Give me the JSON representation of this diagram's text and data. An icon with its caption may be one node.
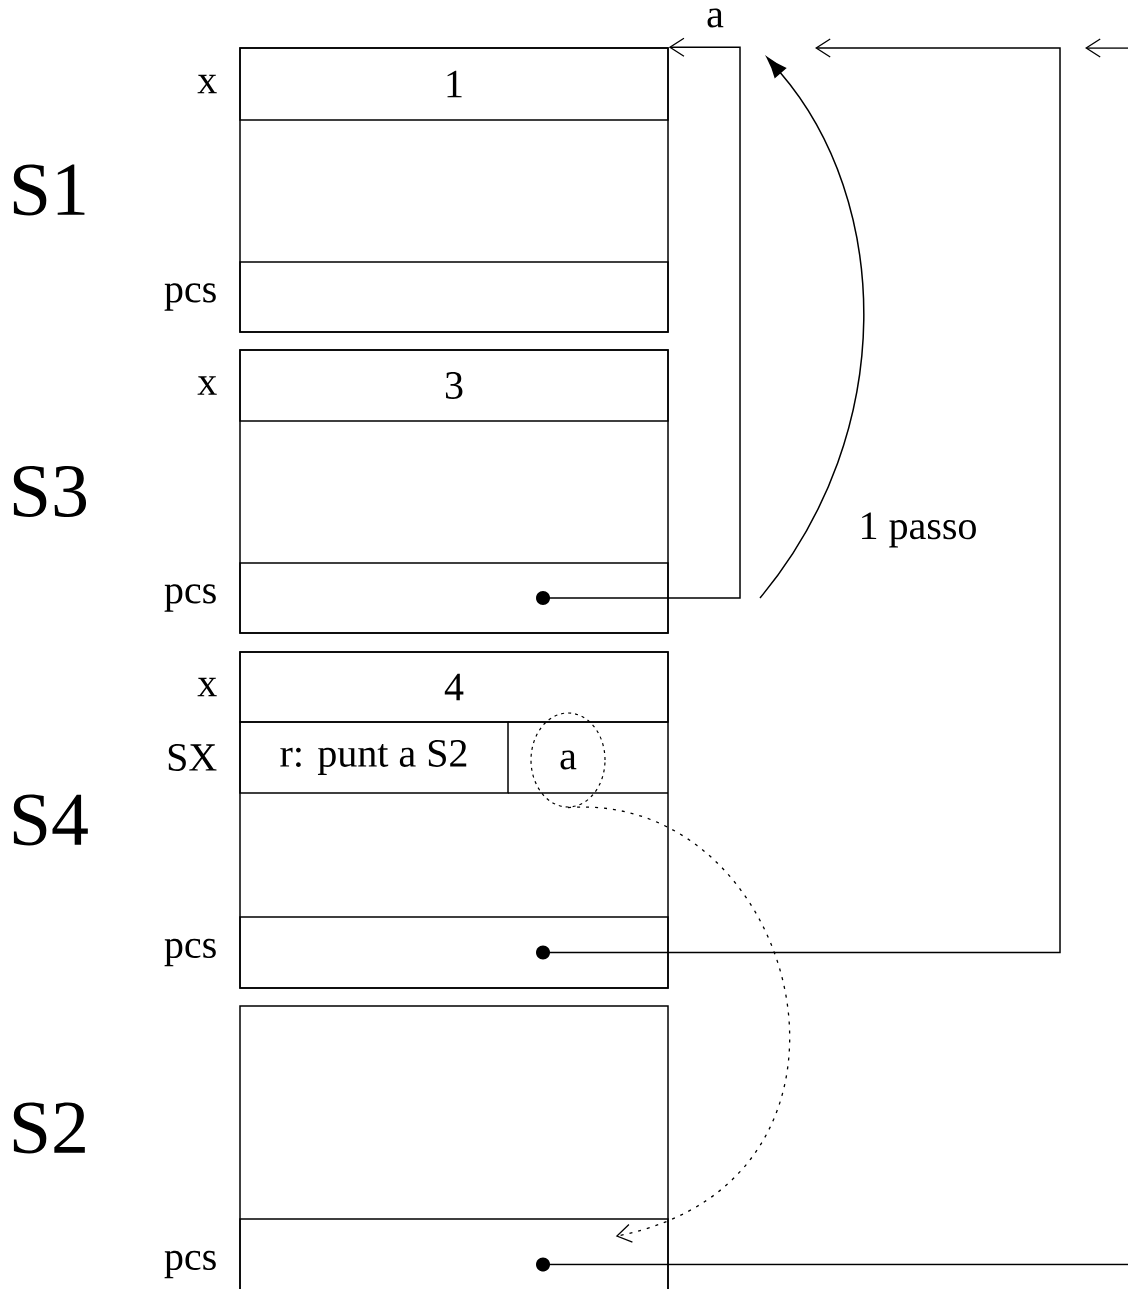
{
  "diagram": {
    "nodes": [
      {
        "text": [],
        "shape": "box",
        "beside": [
          "S1"
        ]
      },
      {
        "text": [
          "1"
        ],
        "beside": [
          "x"
        ],
        "in": 0
      },
      {
        "text": [],
        "shape": "box",
        "beside": [
          "pcs"
        ],
        "in": 0
      },
      {
        "text": [],
        "shape": "box",
        "beside": [
          "S3"
        ]
      },
      {
        "text": [
          "3"
        ],
        "beside": [
          "x"
        ],
        "in": 3
      },
      {
        "text": [],
        "shape": "box",
        "beside": [
          "pcs"
        ],
        "in": 3
      },
      {
        "text": [],
        "shape": "box",
        "beside": [
          "S4"
        ]
      },
      {
        "text": [
          "4"
        ],
        "beside": [
          "x"
        ],
        "in": 6
      },
      {
        "text": [
          "r: punt a S2"
        ],
        "beside": [
          "SX"
        ],
        "in": 6
      },
      {
        "text": [
          "a"
        ],
        "in": 6
      },
      {
        "text": [],
        "shape": "box",
        "beside": [
          "pcs"
        ],
        "in": 6
      },
      {
        "text": [],
        "shape": "box",
        "beside": [
          "S2"
        ]
      },
      {
        "text": [],
        "shape": "box",
        "beside": [
          "pcs"
        ],
        "in": 11
      }
    ],
    "edges": [
      {
        "from": 5,
        "to": 0,
        "arrow": "to",
        "label": "a"
      },
      {
        "from": 10,
        "to": null,
        "arrow": "to"
      },
      {
        "from": 12,
        "to": null,
        "arrow": "to"
      },
      {
        "from": 9,
        "to": 12,
        "arrow": "to",
        "style": "dashed"
      }
    ],
    "labels": [
      "1 passo"
    ]
  }
}
